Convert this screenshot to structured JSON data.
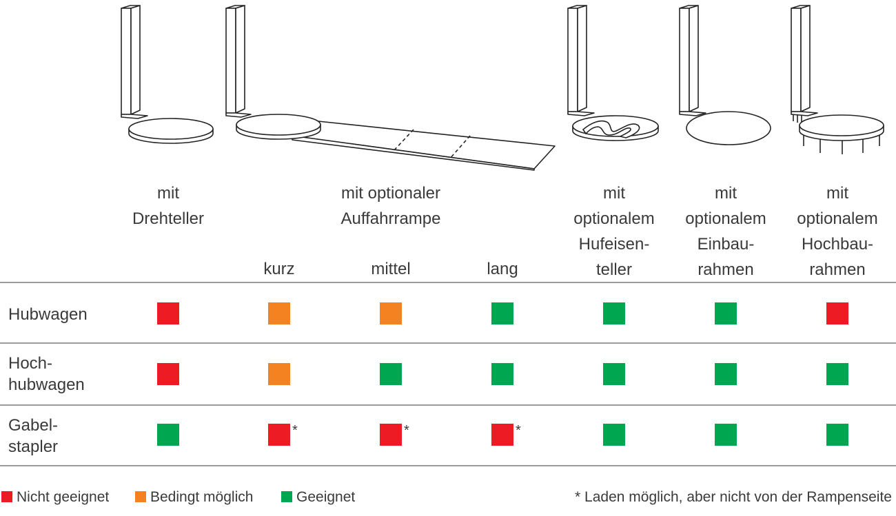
{
  "colors": {
    "red": "#ED1C24",
    "orange": "#F58220",
    "green": "#00A650"
  },
  "headers": [
    {
      "lines": [
        "mit",
        "Drehteller"
      ]
    },
    {
      "lines": [
        "mit optionaler",
        "Auffahrrampe"
      ]
    },
    {
      "lines": [
        "mit",
        "optionalem",
        "Hufeisen-",
        "teller"
      ]
    },
    {
      "lines": [
        "mit",
        "optionalem",
        "Einbau-",
        "rahmen"
      ]
    },
    {
      "lines": [
        "mit",
        "optionalem",
        "Hochbau-",
        "rahmen"
      ]
    }
  ],
  "ramp_subheaders": [
    "kurz",
    "mittel",
    "lang"
  ],
  "rows": [
    {
      "label": [
        "Hubwagen"
      ],
      "cells": [
        {
          "status": "red"
        },
        {
          "status": "orange"
        },
        {
          "status": "orange"
        },
        {
          "status": "green"
        },
        {
          "status": "green"
        },
        {
          "status": "green"
        },
        {
          "status": "red"
        }
      ]
    },
    {
      "label": [
        "Hoch-",
        "hubwagen"
      ],
      "cells": [
        {
          "status": "red"
        },
        {
          "status": "orange"
        },
        {
          "status": "green"
        },
        {
          "status": "green"
        },
        {
          "status": "green"
        },
        {
          "status": "green"
        },
        {
          "status": "green"
        }
      ]
    },
    {
      "label": [
        "Gabel-",
        "stapler"
      ],
      "cells": [
        {
          "status": "green"
        },
        {
          "status": "red",
          "mark": "*"
        },
        {
          "status": "red",
          "mark": "*"
        },
        {
          "status": "red",
          "mark": "*"
        },
        {
          "status": "green"
        },
        {
          "status": "green"
        },
        {
          "status": "green"
        }
      ]
    }
  ],
  "legend": [
    {
      "status": "red",
      "label": "Nicht geeignet"
    },
    {
      "status": "orange",
      "label": "Bedingt möglich"
    },
    {
      "status": "green",
      "label": "Geeignet"
    }
  ],
  "footnote": "* Laden möglich, aber nicht von der Rampenseite"
}
